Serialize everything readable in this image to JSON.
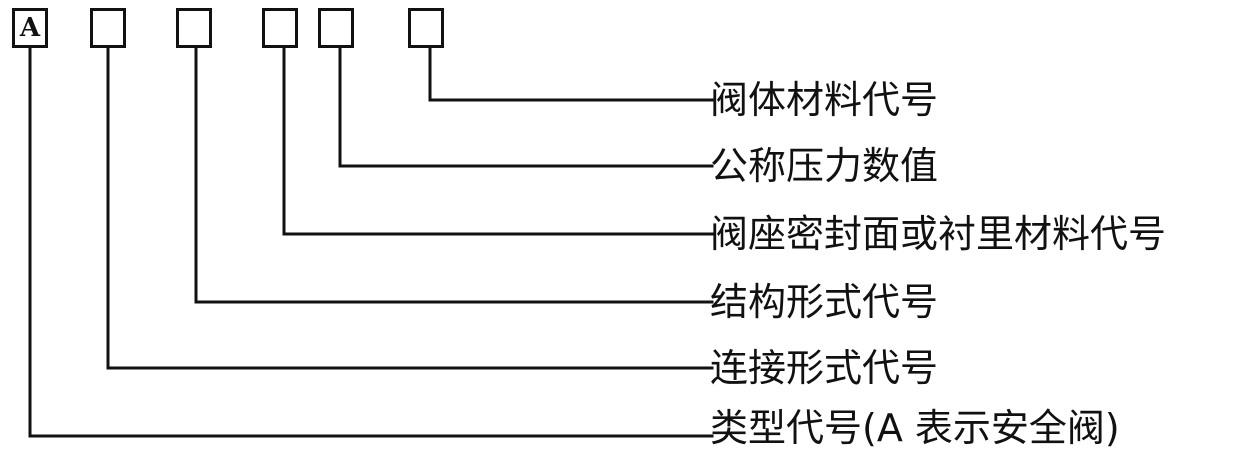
{
  "model_code": {
    "boxes": [
      {
        "id": "type",
        "text": "A"
      },
      {
        "id": "connection",
        "text": ""
      },
      {
        "id": "structure",
        "text": ""
      },
      {
        "id": "seat",
        "text": ""
      },
      {
        "id": "pressure",
        "text": ""
      },
      {
        "id": "body",
        "text": ""
      }
    ],
    "labels": {
      "body": "阀体材料代号",
      "pressure": "公称压力数值",
      "seat": "阀座密封面或衬里材料代号",
      "structure": "结构形式代号",
      "connection": "连接形式代号",
      "type": "类型代号(A 表示安全阀)"
    },
    "line_color": "#111111"
  }
}
